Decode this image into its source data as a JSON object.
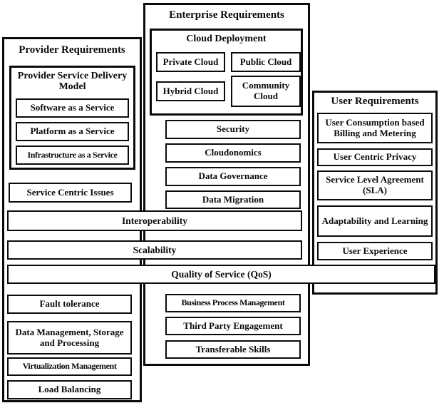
{
  "colors": {
    "line": "#0b0b0b",
    "background": "#ffffff"
  },
  "provider": {
    "title": "Provider Requirements",
    "psdm_title": "Provider Service Delivery Model",
    "saas": "Software as a Service",
    "paas": "Platform as a Service",
    "iaas": "Infrastructure as a Service",
    "service_centric": "Service Centric Issues",
    "fault_tolerance": "Fault tolerance",
    "data_management": "Data Management, Storage and Processing",
    "virtualization": "Virtualization Management",
    "load_balancing": "Load Balancing"
  },
  "enterprise": {
    "title": "Enterprise Requirements",
    "cloud_deployment_title": "Cloud Deployment",
    "private_cloud": "Private Cloud",
    "public_cloud": "Public Cloud",
    "hybrid_cloud": "Hybrid Cloud",
    "community_cloud": "Community Cloud",
    "security": "Security",
    "cloudonomics": "Cloudonomics",
    "data_governance": "Data Governance",
    "data_migration": "Data Migration",
    "bpm": "Business Process Management",
    "third_party": "Third Party Engagement",
    "transferable_skills": "Transferable Skills"
  },
  "user": {
    "title": "User Requirements",
    "billing": "User Consumption based Billing and Metering",
    "privacy": "User Centric Privacy",
    "sla": "Service Level Agreement (SLA)",
    "adaptability": "Adaptability and Learning",
    "experience": "User Experience"
  },
  "cross_cutting": {
    "interoperability": "Interoperability",
    "scalability": "Scalability",
    "qos": "Quality of Service (QoS)"
  }
}
